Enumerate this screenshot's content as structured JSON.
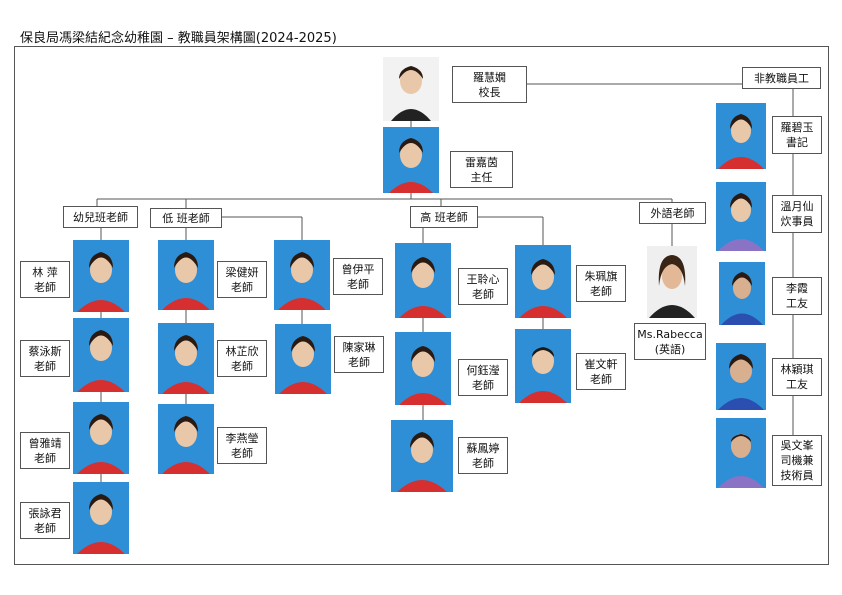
{
  "title": "保良局馮梁結紀念幼稚園 – 教職員架構圖(2024-2025)",
  "principal": {
    "name": "羅慧嫺",
    "role": "校長"
  },
  "director": {
    "name": "雷嘉茵",
    "role": "主任"
  },
  "groups": {
    "nursery": "幼兒班老師",
    "lower": "低  班老師",
    "upper": "高  班老師",
    "foreign": "外語老師",
    "nonteaching": "非教職員工"
  },
  "staff": {
    "lin_ping": {
      "name": "林  萍",
      "role": "老師"
    },
    "choi_wing_sze": {
      "name": "蔡泳斯",
      "role": "老師"
    },
    "tsang_nga_ching": {
      "name": "曾雅靖",
      "role": "老師"
    },
    "cheung_wing_kwan": {
      "name": "張詠君",
      "role": "老師"
    },
    "leung_kin_yin": {
      "name": "梁健妍",
      "role": "老師"
    },
    "lam_chi_yan": {
      "name": "林芷欣",
      "role": "老師"
    },
    "lee_yin_ying": {
      "name": "李燕瑩",
      "role": "老師"
    },
    "tsang_yi_ping": {
      "name": "曾伊平",
      "role": "老師"
    },
    "chan_ka_lam": {
      "name": "陳家琳",
      "role": "老師"
    },
    "wong_ling_sum": {
      "name": "王聆心",
      "role": "老師"
    },
    "ho_yuk_ying": {
      "name": "何鈺瀅",
      "role": "老師"
    },
    "so_fung_ting": {
      "name": "蘇鳳婷",
      "role": "老師"
    },
    "chu_pui_kei": {
      "name": "朱珮旗",
      "role": "老師"
    },
    "chui_man_hin": {
      "name": "崔文軒",
      "role": "老師"
    },
    "rabecca": {
      "name": "Ms.Rabecca",
      "role": "(英語)"
    },
    "law_pik_yuk": {
      "name": "羅碧玉",
      "role": "書記"
    },
    "wan_yuet_sin": {
      "name": "溫月仙",
      "role": "炊事員"
    },
    "lee_hah": {
      "name": "李霞",
      "role": "工友"
    },
    "lam_wing_kei": {
      "name": "林穎琪",
      "role": "工友"
    },
    "ng_man_fung": {
      "name": "吳文峯",
      "role": "司機兼",
      "role2": "技術員"
    }
  },
  "colors": {
    "photo_blue": "#2f8fd6",
    "uniform_red": "#d62f2f",
    "frame": "#555555"
  }
}
